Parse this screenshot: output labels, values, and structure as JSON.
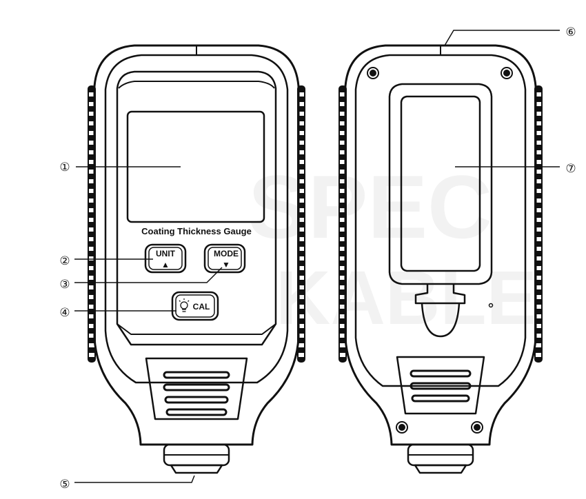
{
  "watermark": {
    "line1": "SPEC",
    "line2": "KABLE"
  },
  "front": {
    "device_label": "Coating Thickness Gauge",
    "buttons": {
      "unit_label": "UNIT",
      "unit_glyph": "▲",
      "mode_label": "MODE",
      "mode_glyph": "▼",
      "cal_label": "CAL"
    }
  },
  "callouts": [
    "①",
    "②",
    "③",
    "④",
    "⑤",
    "⑥",
    "⑦"
  ]
}
